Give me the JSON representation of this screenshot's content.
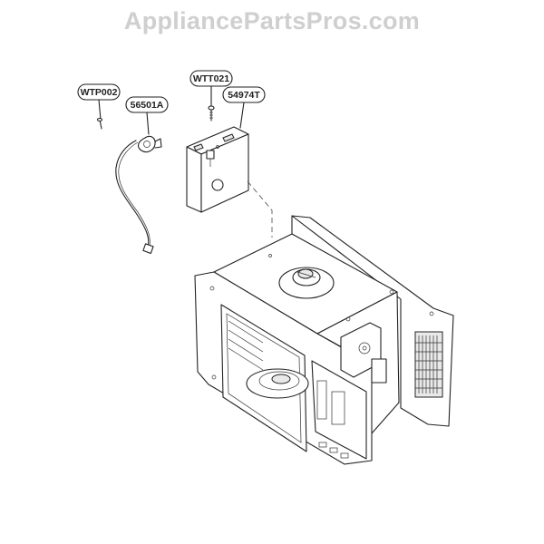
{
  "watermark": "AppliancePartsPros.com",
  "callouts": [
    {
      "id": "wtp002",
      "label": "WTP002"
    },
    {
      "id": "56501a",
      "label": "56501A"
    },
    {
      "id": "wtt021",
      "label": "WTT021"
    },
    {
      "id": "54974t",
      "label": "54974T"
    }
  ]
}
